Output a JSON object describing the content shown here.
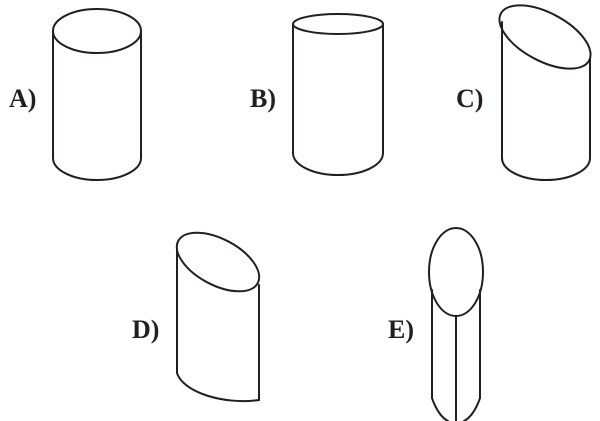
{
  "options": [
    {
      "label": "A)",
      "shape": "upright cylinder"
    },
    {
      "label": "B)",
      "shape": "upright cylinder"
    },
    {
      "label": "C)",
      "shape": "cylinder with slanted top"
    },
    {
      "label": "D)",
      "shape": "cylinder with slanted top and bottom"
    },
    {
      "label": "E)",
      "shape": "narrow cylinder"
    }
  ],
  "colors": {
    "ink": "#231f20",
    "background": "#ffffff"
  }
}
